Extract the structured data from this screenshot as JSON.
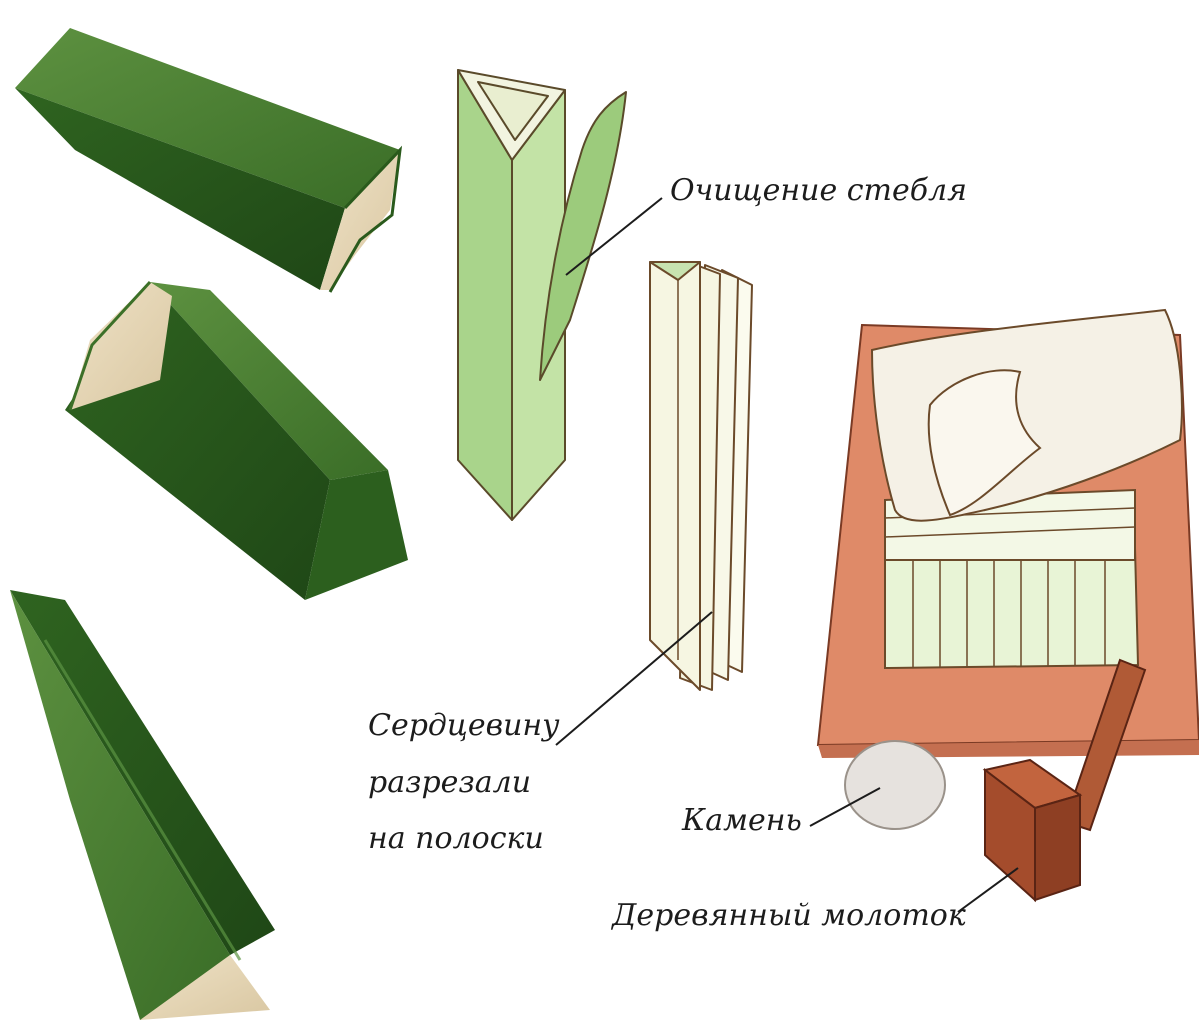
{
  "labels": {
    "peel": "Очищение стебля",
    "strips": [
      "Сердцевину",
      "разрезали",
      "на полоски"
    ],
    "stone": "Камень",
    "mallet": "Деревянный молоток"
  },
  "colors": {
    "stalk_green": "#3f7a2e",
    "stalk_dark": "#245119",
    "pith": "#e6d7b8",
    "drawn_green": "#a9d48b",
    "pale_strip": "#f6f6e2",
    "board": "#df8a68",
    "stone": "#e6e2de",
    "mallet": "#a44c2c"
  }
}
